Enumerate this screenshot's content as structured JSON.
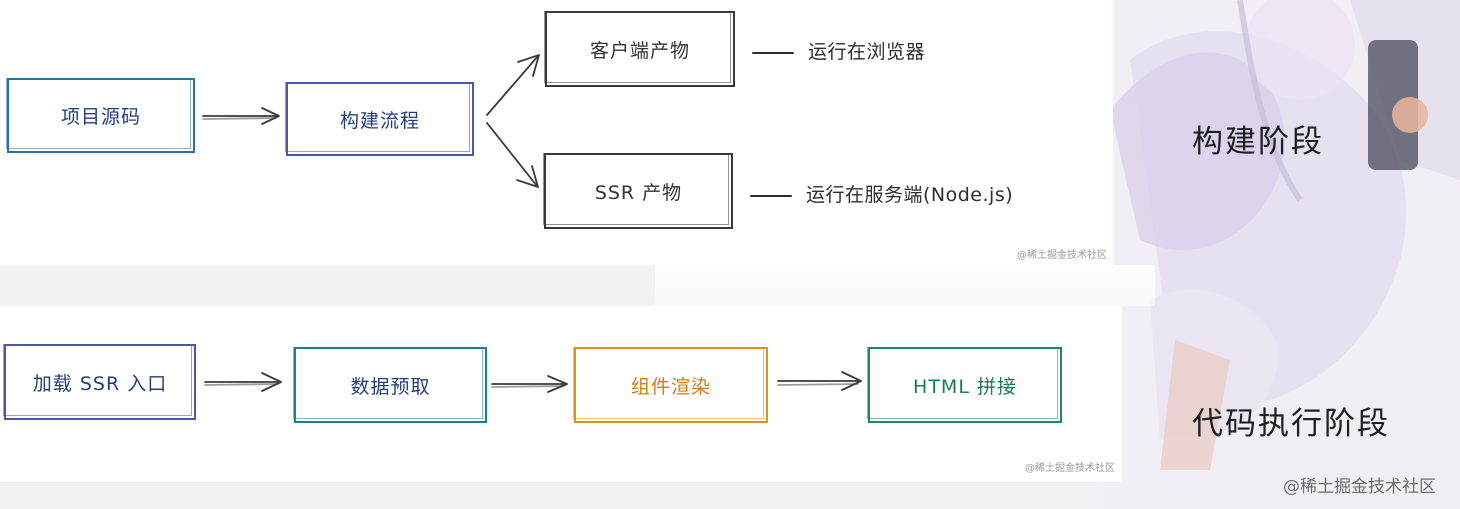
{
  "diagrams": {
    "build": {
      "nodes": {
        "source": "项目源码",
        "build_flow": "构建流程",
        "client_output": "客户端产物",
        "ssr_output": "SSR 产物"
      },
      "notes": {
        "client": "运行在浏览器",
        "server": "运行在服务端(Node.js)"
      },
      "watermark": "@稀土掘金技术社区"
    },
    "runtime": {
      "nodes": {
        "load_entry": "加载 SSR 入口",
        "prefetch": "数据预取",
        "render": "组件渲染",
        "html_join": "HTML 拼接"
      },
      "watermark": "@稀土掘金技术社区"
    }
  },
  "stages": {
    "build_stage": "构建阶段",
    "runtime_stage": "代码执行阶段"
  },
  "footer_watermark": "@稀土掘金技术社区",
  "colors": {
    "blue": "#2f6fa0",
    "indigo": "#4a56a6",
    "teal": "#1f7d91",
    "orange": "#e0921c",
    "green": "#1c8a5e",
    "dark": "#3a3a3a"
  }
}
